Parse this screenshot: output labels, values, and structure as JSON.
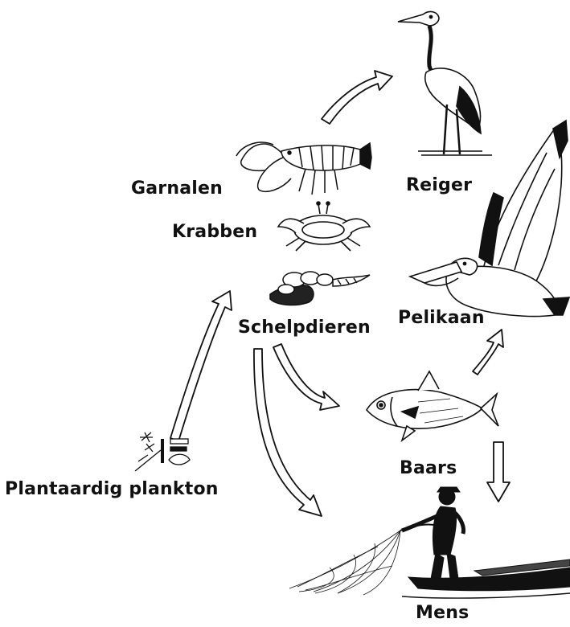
{
  "labels": {
    "reiger": "Reiger",
    "garnalen": "Garnalen",
    "krabben": "Krabben",
    "pelikaan": "Pelikaan",
    "schelpdieren": "Schelpdieren",
    "baars": "Baars",
    "plankton": "Plantaardig plankton",
    "mens": "Mens"
  },
  "colors": {
    "ink": "#111111",
    "paper": "#ffffff"
  },
  "illustrations": [
    "heron-icon",
    "shrimp-icon",
    "crab-icon",
    "shellfish-icon",
    "pelican-icon",
    "perch-fish-icon",
    "plankton-icon",
    "fisherman-icon"
  ]
}
